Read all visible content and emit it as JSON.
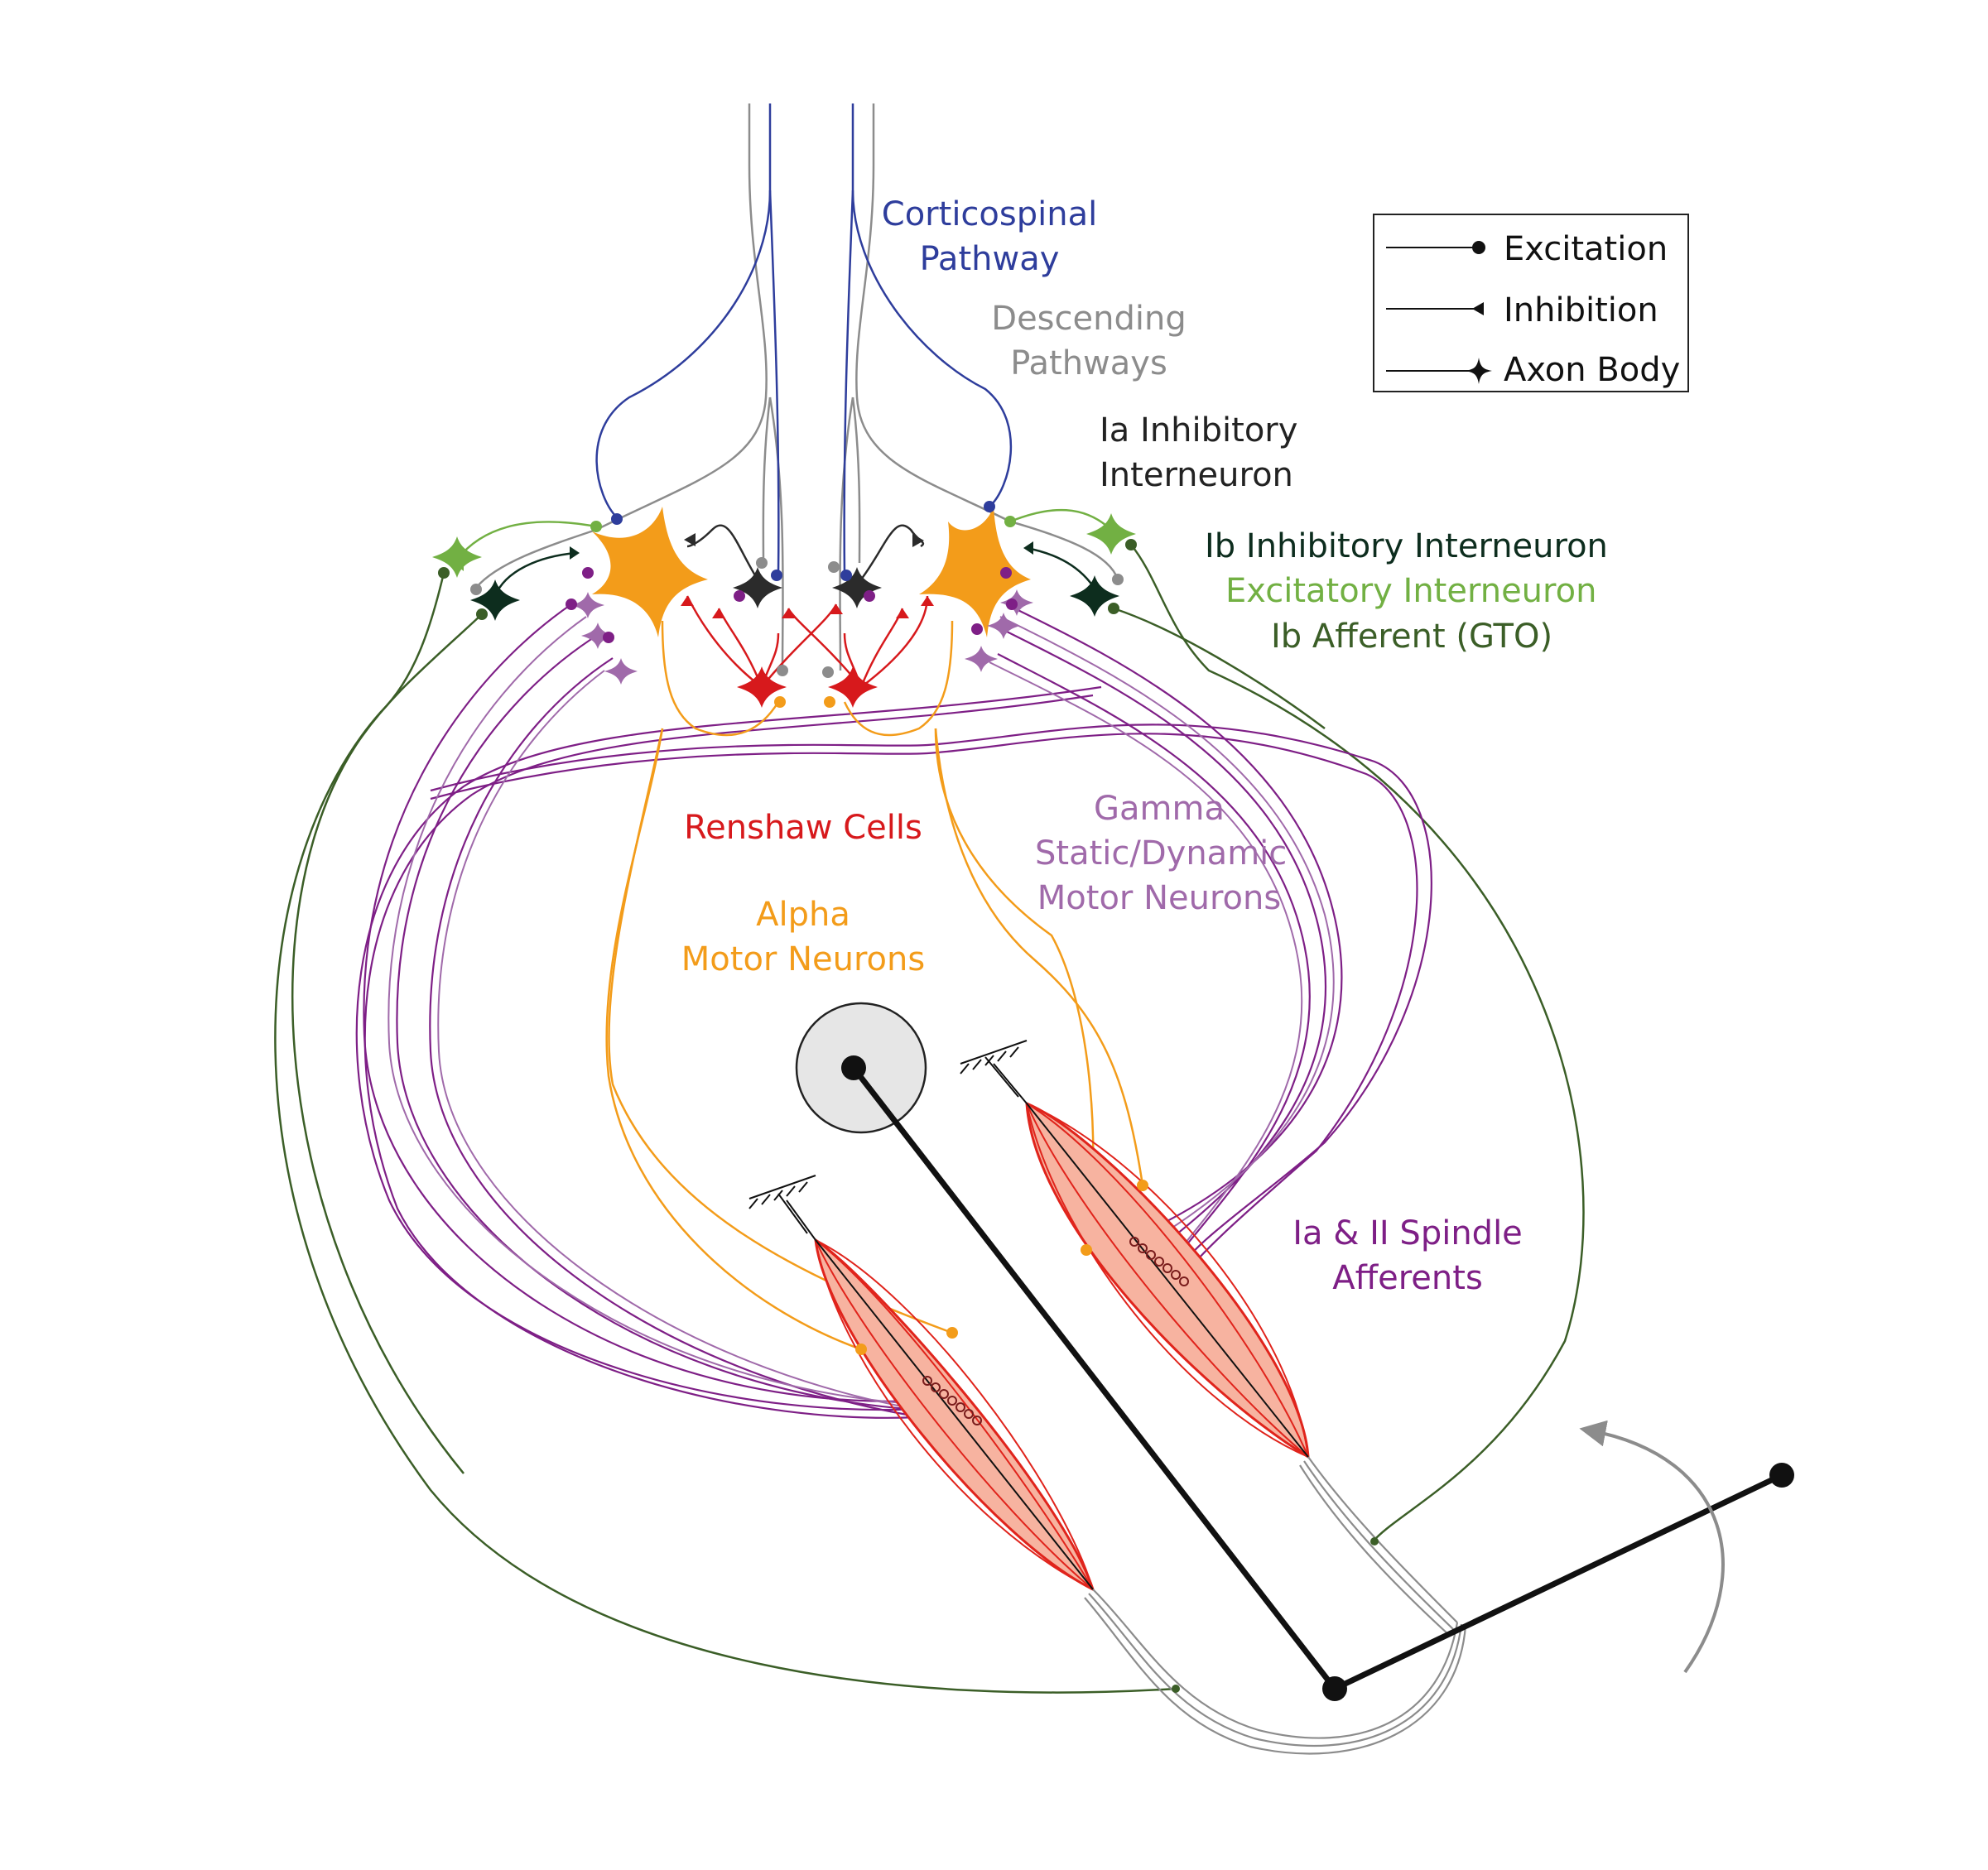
{
  "labels": {
    "corticospinal": [
      "Corticospinal",
      "Pathway"
    ],
    "descending": [
      "Descending",
      "Pathways"
    ],
    "ia_inhibitory": [
      "Ia Inhibitory",
      "Interneuron"
    ],
    "ib_inhibitory": "Ib Inhibitory Interneuron",
    "excitatory": "Excitatory Interneuron",
    "ib_afferent": "Ib Afferent (GTO)",
    "renshaw": "Renshaw Cells",
    "alpha": [
      "Alpha",
      "Motor Neurons"
    ],
    "gamma": [
      "Gamma",
      "Static/Dynamic",
      "Motor Neurons"
    ],
    "spindle": [
      "Ia & II Spindle",
      "Afferents"
    ]
  },
  "legend": {
    "excitation": "Excitation",
    "inhibition": "Inhibition",
    "axon_body": "Axon Body"
  },
  "colors": {
    "corticospinal": "#2e3d9c",
    "descending": "#8c8c8c",
    "ia_inhibitory": "#2b2b2b",
    "ib_inhibitory": "#0d2d1e",
    "excitatory": "#72b043",
    "ib_afferent": "#3b5e27",
    "renshaw": "#d7191c",
    "alpha": "#f39c1a",
    "gamma": "#a06aaa",
    "spindle": "#7e1f86",
    "muscle_fill": "#f7b3a0",
    "muscle_stroke": "#e0241c"
  }
}
